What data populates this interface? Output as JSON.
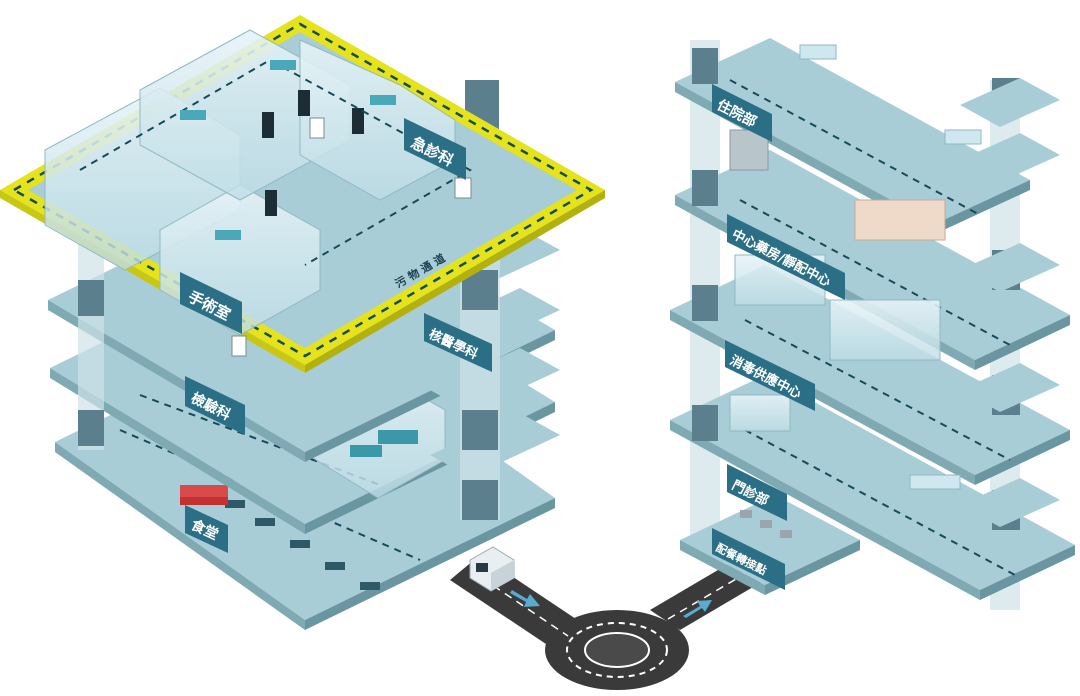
{
  "colors": {
    "slab_top": "#a9cdd6",
    "slab_side": "#7fa9b3",
    "slab_edge": "#6a96a1",
    "wall_glass": "#cfe7ee",
    "pillar": "#5b7f8c",
    "tag_bg": "#2b6f86",
    "yellow": "#e4e31c",
    "road": "#3a3a3a",
    "dash": "#174a5a"
  },
  "left_building": {
    "floors": [
      {
        "label": "急診科"
      },
      {
        "label": "手術室"
      },
      {
        "label": "核醫學科"
      },
      {
        "label": "檢驗科"
      },
      {
        "label": "食堂"
      }
    ],
    "yellow_route_label": "污 物 通 道"
  },
  "right_building": {
    "floors": [
      {
        "label": "住院部"
      },
      {
        "label": "中心藥房/靜配中心"
      },
      {
        "label": "消毒供應中心"
      },
      {
        "label": "門診部"
      },
      {
        "label": "配餐轉接點"
      }
    ]
  }
}
